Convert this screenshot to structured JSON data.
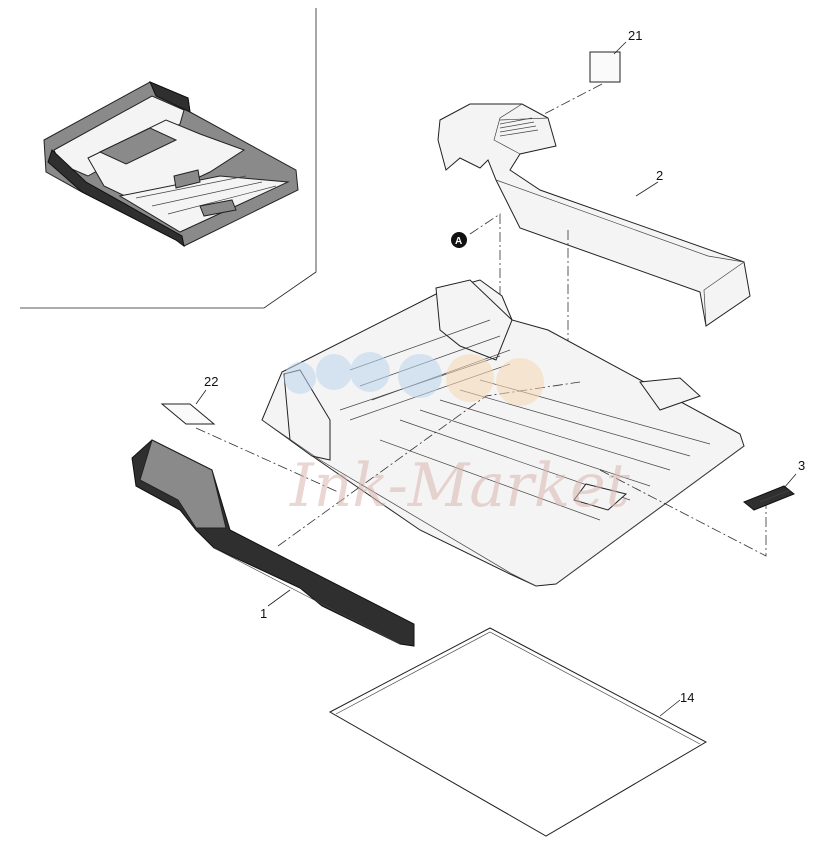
{
  "callouts": {
    "part_21": "21",
    "part_2": "2",
    "part_22": "22",
    "part_3": "3",
    "part_1": "1",
    "part_14": "14",
    "ref_a": "A"
  },
  "watermark": {
    "text": "Ink-Market"
  },
  "colors": {
    "line": "#222222",
    "badge_fill": "#111111",
    "watermark_text": "#d9b6ae",
    "watermark_dot_blue": "#bcd6ef",
    "watermark_dot_orange": "#f6d9b3"
  }
}
